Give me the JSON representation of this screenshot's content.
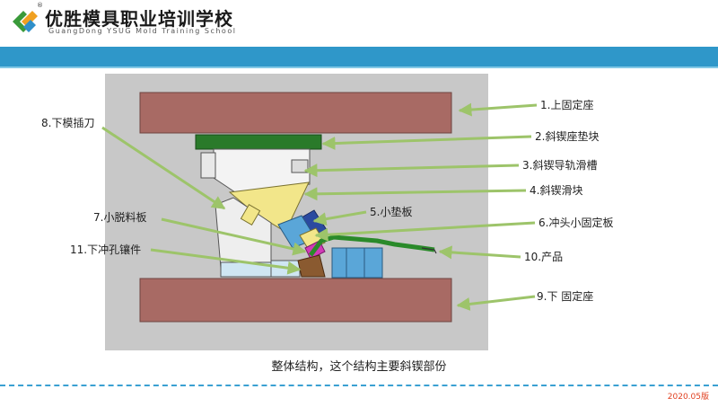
{
  "header": {
    "school_name": "优胜模具职业培训学校",
    "school_name_en": "GuangDong YSUG Mold Training School",
    "registered_mark": "®"
  },
  "labels": {
    "upper_fixed_seat": "1.上固定座",
    "wedge_seat_pad": "2.斜锲座垫块",
    "wedge_guide_slot": "3.斜锲导轨滑槽",
    "wedge_slider": "4.斜锲滑块",
    "small_pad_plate": "5.小垫板",
    "punch_fixed_plate": "6.冲头小固定板",
    "small_stripper": "7.小脱料板",
    "lower_insert_knife": "8.下模插刀",
    "lower_fixed_seat": "9.下 固定座",
    "product": "10.产品",
    "lower_punch_insert": "11.下冲孔镶件"
  },
  "caption": "整体结构，这个结构主要斜锲部份",
  "footer": {
    "date": "2020.05版"
  },
  "colors": {
    "band": "#2f97c9",
    "fixed_seat": "#a86a64",
    "pad": "#2a7a2a",
    "slider": "#f2e68a",
    "part_blue": "#5aa6d8",
    "light_blue": "#cfe6f2",
    "arrow": "#9dc46a"
  }
}
